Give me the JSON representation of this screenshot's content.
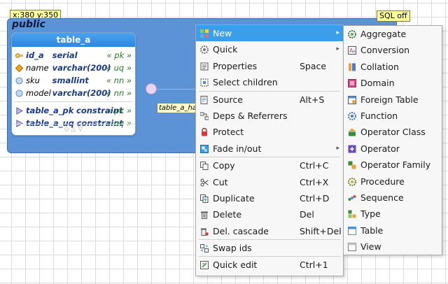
{
  "coord_badge": "x:380 y:350",
  "sql_badge": "SQL off",
  "schema": {
    "name": "public"
  },
  "table": {
    "title": "table_a",
    "columns": [
      {
        "name": "id_a",
        "type": "serial",
        "tag": "« pk »"
      },
      {
        "name": "name",
        "type": "varchar(200)",
        "tag": "« uq »"
      },
      {
        "name": "sku",
        "type": "smallint",
        "tag": "« nn »"
      },
      {
        "name": "model",
        "type": "varchar(200)",
        "tag": "« nn »"
      }
    ],
    "constraints": [
      {
        "name": "table_a_pk",
        "type": "constraint",
        "tag": "« pk »"
      },
      {
        "name": "table_a_uq",
        "type": "constraint",
        "tag": "« uq »"
      }
    ],
    "footer": "◇ △ ▽"
  },
  "relationship_label": "table_a_has",
  "context_menu": {
    "new": "New",
    "quick": "Quick",
    "properties": "Properties",
    "properties_sc": "Space",
    "select_children": "Select children",
    "source": "Source",
    "source_sc": "Alt+S",
    "deps_referrers": "Deps & Referrers",
    "protect": "Protect",
    "fade": "Fade in/out",
    "copy": "Copy",
    "copy_sc": "Ctrl+C",
    "cut": "Cut",
    "cut_sc": "Ctrl+X",
    "duplicate": "Duplicate",
    "duplicate_sc": "Ctrl+D",
    "delete": "Delete",
    "delete_sc": "Del",
    "del_cascade": "Del. cascade",
    "del_cascade_sc": "Shift+Del",
    "swap_ids": "Swap ids",
    "quick_edit": "Quick edit",
    "quick_edit_sc": "Ctrl+1"
  },
  "new_submenu": [
    "Aggregate",
    "Conversion",
    "Collation",
    "Domain",
    "Foreign Table",
    "Function",
    "Operator Class",
    "Operator",
    "Operator Family",
    "Procedure",
    "Sequence",
    "Type",
    "Table",
    "View"
  ],
  "colors": {
    "schema_bg": "#5b93d6",
    "table_header": "#2f86df",
    "menu_highlight": "#3c9ee8"
  }
}
